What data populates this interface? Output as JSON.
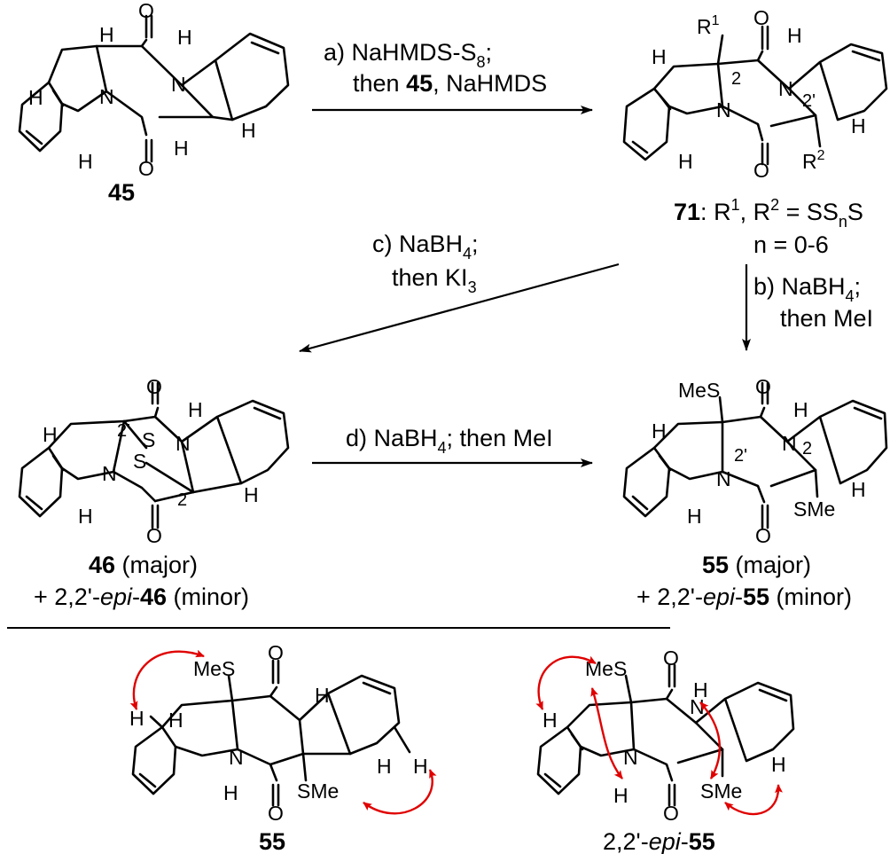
{
  "compounds": {
    "c45": {
      "label": "45"
    },
    "c71": {
      "label": "71",
      "formula_r": "R",
      "formula_sup1": "1",
      "formula_sep": ", R",
      "formula_sup2": "2",
      "formula_eq": " = SS",
      "formula_sub": "n",
      "formula_end": "S",
      "n_range": "n = 0-6"
    },
    "c46": {
      "label": "46",
      "major": " (major)",
      "minor_prefix": "+ 2,2'-",
      "minor_epi": "epi",
      "minor_dash": "-",
      "minor_label": "46",
      "minor_suffix": " (minor)"
    },
    "c55": {
      "label": "55",
      "major": " (major)",
      "minor_prefix": "+ 2,2'-",
      "minor_epi": "epi",
      "minor_dash": "-",
      "minor_label": "55",
      "minor_suffix": " (minor)"
    },
    "c55b": {
      "label": "55"
    },
    "cepi55": {
      "prefix": "2,2'-",
      "epi": "epi",
      "dash": "-",
      "label": "55"
    }
  },
  "reactions": {
    "a": {
      "line1_a": "a) NaHMDS-S",
      "line1_sub": "8",
      "line1_b": ";",
      "line2_a": "then ",
      "line2_bold": "45",
      "line2_b": ", NaHMDS"
    },
    "b": {
      "line1_a": "b) NaBH",
      "line1_sub": "4",
      "line1_b": ";",
      "line2": "then MeI"
    },
    "c": {
      "line1_a": "c) NaBH",
      "line1_sub": "4",
      "line1_b": ";",
      "line2_a": "then KI",
      "line2_sub": "3"
    },
    "d": {
      "line_a": "d) NaBH",
      "line_sub": "4",
      "line_b": "; then MeI"
    }
  },
  "atoms": {
    "H": "H",
    "N": "N",
    "O": "O",
    "S": "S",
    "MeS": "MeS",
    "SMe": "SMe",
    "R": "R",
    "sup1": "1",
    "sup2": "2",
    "loc2": "2",
    "loc2p": "2'"
  },
  "colors": {
    "noe_arrows": "#e00000",
    "ink": "#000000"
  }
}
